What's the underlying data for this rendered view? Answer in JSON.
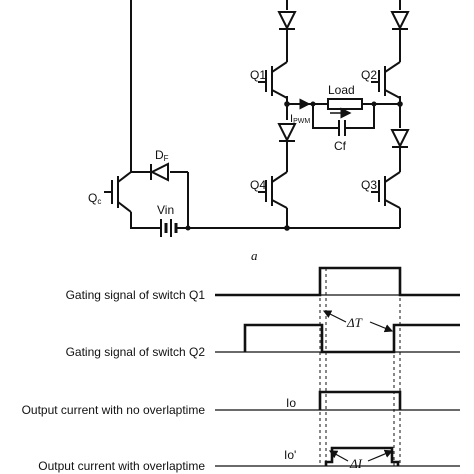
{
  "circuit": {
    "labels": {
      "q1": "Q1",
      "q2": "Q2",
      "q3": "Q3",
      "q4": "Q4",
      "qc": "Q",
      "qc_sub": "c",
      "df": "D",
      "df_sub": "F",
      "vin": "Vin",
      "load": "Load",
      "ipwm": "I",
      "ipwm_sub": "PWM",
      "cf": "Cf"
    },
    "caption": "a"
  },
  "timing": {
    "rows": [
      {
        "label": "Gating signal of switch Q1"
      },
      {
        "label": "Gating signal of switch Q2"
      },
      {
        "label": "Output current with no overlaptime"
      },
      {
        "label": "Output current with overlaptime"
      }
    ],
    "annotations": {
      "delta_t": "ΔT",
      "io": "Io",
      "io_prime": "Io'",
      "delta_i": "ΔI"
    }
  }
}
